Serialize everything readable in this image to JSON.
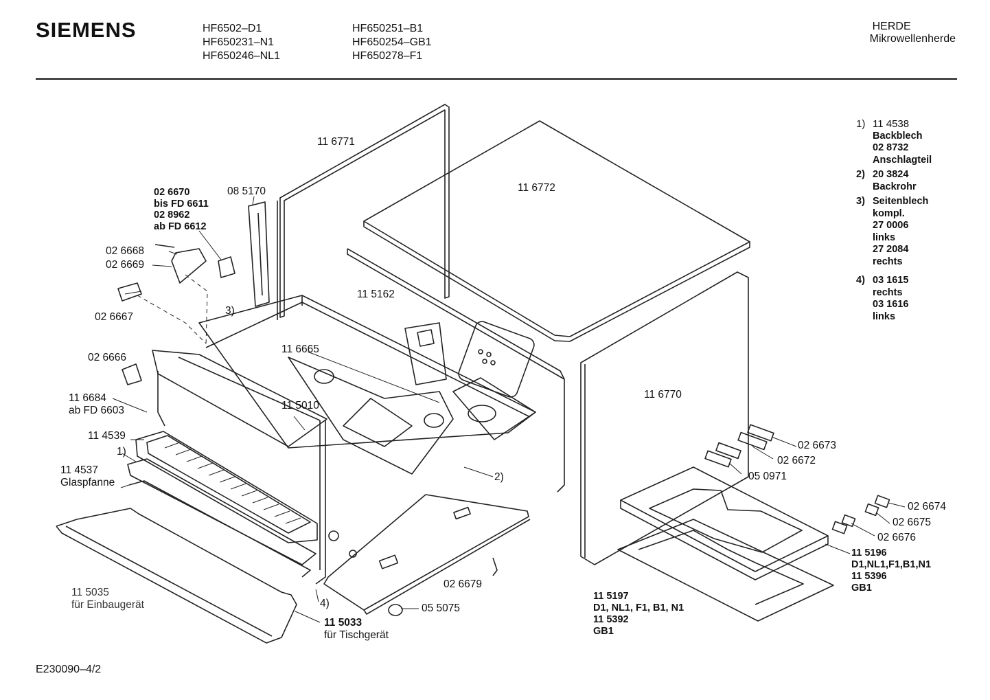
{
  "header": {
    "brand": "SIEMENS",
    "models_col1": [
      "HF6502–D1",
      "HF650231–N1",
      "HF650246–NL1"
    ],
    "models_col2": [
      "HF650251–B1",
      "HF650254–GB1",
      "HF650278–F1"
    ],
    "category": "HERDE",
    "subcategory": "Mikrowellenherde"
  },
  "parts": {
    "p116771": "11 6771",
    "p116772": "11 6772",
    "p085170": "08 5170",
    "p026670_block": [
      "02 6670",
      "bis FD 6611",
      "02 8962",
      "ab FD 6612"
    ],
    "p026668": "02 6668",
    "p026669": "02 6669",
    "p026667": "02 6667",
    "ref3": "3)",
    "p115162": "11 5162",
    "p116665": "11 6665",
    "p026666": "02 6666",
    "p116684_block": [
      "11 6684",
      "ab FD 6603"
    ],
    "p115010": "11 5010",
    "p114539": "11 4539",
    "ref1": "1)",
    "p114537_block": [
      "11 4537",
      "Glaspfanne"
    ],
    "p116770": "11 6770",
    "p026673": "02 6673",
    "p026672": "02 6672",
    "p050971": "05 0971",
    "ref2": "2)",
    "p026674": "02 6674",
    "p026675": "02 6675",
    "p026676": "02 6676",
    "p115196_block": [
      "11 5196",
      "D1,NL1,F1,B1,N1",
      "11 5396",
      "GB1"
    ],
    "p115197_block": [
      "11 5197",
      "D1, NL1, F1, B1, N1",
      "11 5392",
      "GB1"
    ],
    "p026679": "02 6679",
    "p055075": "05 5075",
    "ref4": "4)",
    "p115033_block": [
      "11 5033",
      "für Tischgerät"
    ],
    "p115035_block": [
      "11 5035",
      "für Einbaugerät"
    ]
  },
  "legend": [
    {
      "num": "1)",
      "lines": [
        "11 4538",
        "Backblech",
        "02 8732",
        "Anschlagteil"
      ]
    },
    {
      "num": "2)",
      "lines": [
        "20 3824",
        "Backrohr"
      ]
    },
    {
      "num": "3)",
      "lines": [
        "Seitenblech",
        "kompl.",
        "27 0006",
        "links",
        "27 2084",
        "rechts"
      ]
    },
    {
      "num": "4)",
      "lines": [
        "03 1615",
        "rechts",
        "03 1616",
        "links"
      ]
    }
  ],
  "footer": {
    "code": "E230090–4/2"
  }
}
